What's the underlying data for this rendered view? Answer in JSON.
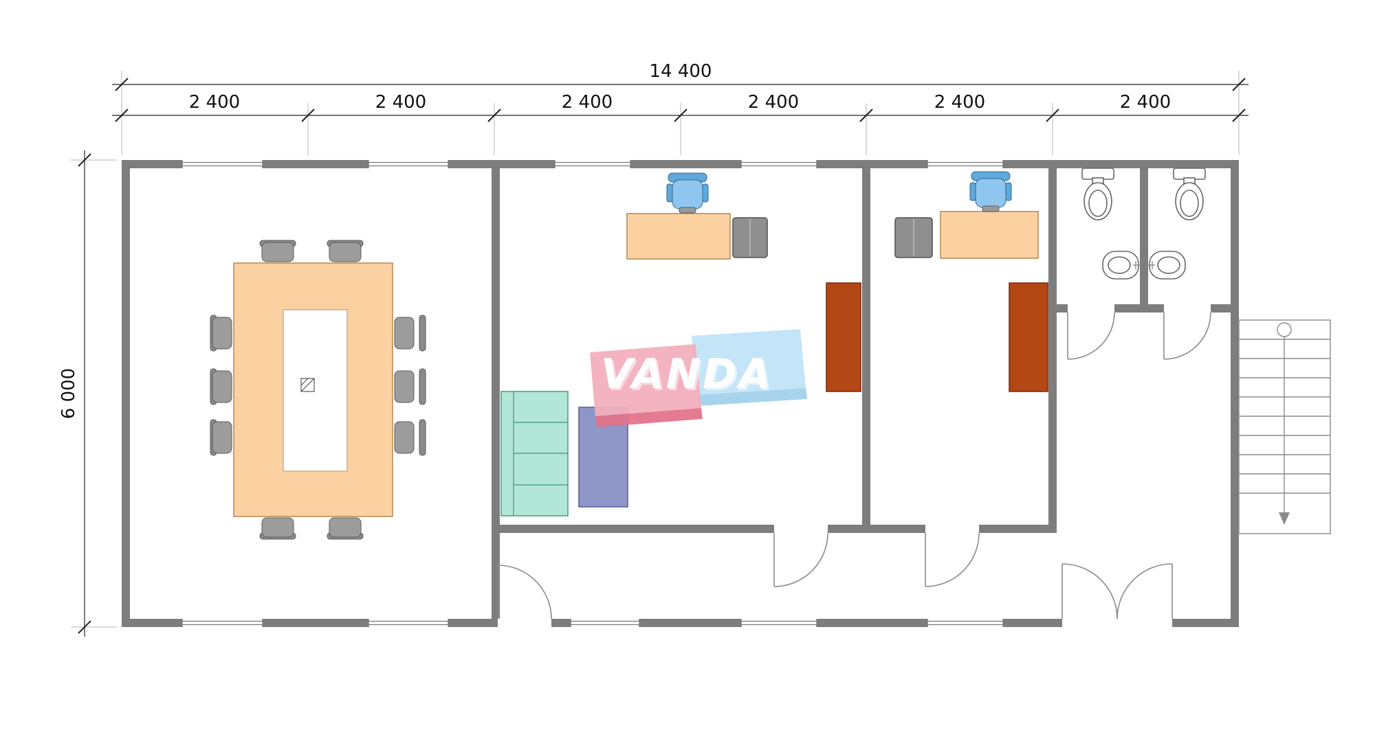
{
  "drawing": {
    "type": "architectural-floor-plan",
    "watermark_text": "VANDA",
    "dimensions": {
      "total_width": "14 400",
      "bays": [
        "2 400",
        "2 400",
        "2 400",
        "2 400",
        "2 400",
        "2 400"
      ],
      "total_height": "6 000"
    },
    "colors": {
      "wall": "#7d7d7d",
      "table": "#fcd1a2",
      "chair_gray": "#9c9c9c",
      "office_chair_blue": "#8ec6ef",
      "office_chair_blue_dark": "#5fa8dc",
      "cabinet_gray": "#8f8f8f",
      "wardrobe_brown": "#b34715",
      "sofa_teal": "#b2e6d6",
      "rug_purple": "#7f88c0",
      "logo_pink": "#f2aebc",
      "logo_pink_dark": "#e2738a",
      "logo_blue": "#bfe3f7",
      "logo_blue_dark": "#9fcfeb"
    },
    "furniture": [
      "conference-table",
      "conference-chairs",
      "office-desk",
      "office-swivel-chair",
      "cabinet",
      "wardrobe",
      "sofa-shelf",
      "rug",
      "toilet",
      "sink",
      "staircase"
    ]
  }
}
